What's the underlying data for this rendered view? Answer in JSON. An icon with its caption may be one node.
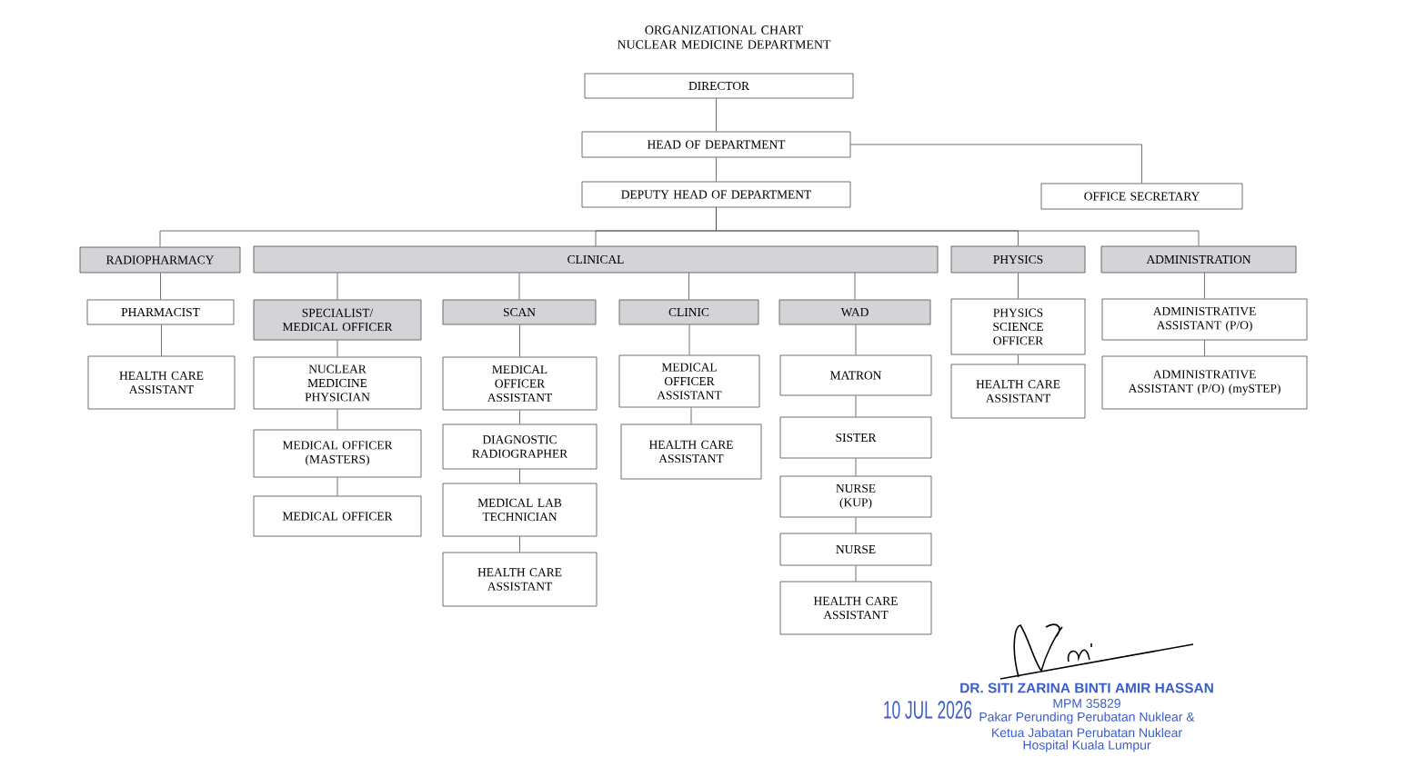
{
  "diagram": {
    "title": "ORGANIZATIONAL CHART NUCLEAR MEDICINE DEPARTMENT",
    "nodes": [
      {
        "text": [
          "DIRECTOR"
        ]
      },
      {
        "text": [
          "HEAD OF DEPARTMENT"
        ]
      },
      {
        "text": [
          "DEPUTY HEAD OF DEPARTMENT"
        ]
      },
      {
        "text": [
          "OFFICE SECRETARY"
        ]
      },
      {
        "text": [
          "RADIOPHARMACY"
        ]
      },
      {
        "text": [
          "CLINICAL"
        ]
      },
      {
        "text": [
          "PHYSICS"
        ]
      },
      {
        "text": [
          "ADMINISTRATION"
        ]
      },
      {
        "text": [
          "PHARMACIST"
        ]
      },
      {
        "text": [
          "HEALTH CARE ASSISTANT"
        ]
      },
      {
        "text": [
          "SPECIALIST/ MEDICAL OFFICER"
        ]
      },
      {
        "text": [
          "NUCLEAR MEDICINE PHYSICIAN"
        ]
      },
      {
        "text": [
          "MEDICAL OFFICER (MASTERS)"
        ]
      },
      {
        "text": [
          "MEDICAL OFFICER"
        ]
      },
      {
        "text": [
          "SCAN"
        ]
      },
      {
        "text": [
          "MEDICAL OFFICER ASSISTANT"
        ]
      },
      {
        "text": [
          "DIAGNOSTIC RADIOGRAPHER"
        ]
      },
      {
        "text": [
          "MEDICAL LAB TECHNICIAN"
        ]
      },
      {
        "text": [
          "HEALTH CARE ASSISTANT"
        ]
      },
      {
        "text": [
          "CLINIC"
        ]
      },
      {
        "text": [
          "MEDICAL OFFICER ASSISTANT"
        ]
      },
      {
        "text": [
          "HEALTH CARE ASSISTANT"
        ]
      },
      {
        "text": [
          "WAD"
        ]
      },
      {
        "text": [
          "MATRON"
        ]
      },
      {
        "text": [
          "SISTER"
        ]
      },
      {
        "text": [
          "NURSE (KUP)"
        ]
      },
      {
        "text": [
          "NURSE"
        ]
      },
      {
        "text": [
          "HEALTH CARE ASSISTANT"
        ]
      },
      {
        "text": [
          "PHYSICS SCIENCE OFFICER"
        ]
      },
      {
        "text": [
          "HEALTH CARE ASSISTANT"
        ]
      },
      {
        "text": [
          "ADMINISTRATIVE ASSISTANT (P/O)"
        ]
      },
      {
        "text": [
          "ADMINISTRATIVE ASSISTANT (P/O) (mySTEP)"
        ]
      }
    ],
    "edges": [
      {
        "from": 0,
        "to": 1,
        "arrow": "none"
      },
      {
        "from": 1,
        "to": 2,
        "arrow": "none"
      },
      {
        "from": 1,
        "to": 3,
        "arrow": "none"
      },
      {
        "from": 2,
        "to": 4,
        "arrow": "none"
      },
      {
        "from": 2,
        "to": 5,
        "arrow": "none"
      },
      {
        "from": 2,
        "to": 6,
        "arrow": "none"
      },
      {
        "from": 2,
        "to": 7,
        "arrow": "none"
      },
      {
        "from": 4,
        "to": 8,
        "arrow": "none"
      },
      {
        "from": 8,
        "to": 9,
        "arrow": "none"
      },
      {
        "from": 5,
        "to": 10,
        "arrow": "none"
      },
      {
        "from": 10,
        "to": 11,
        "arrow": "none"
      },
      {
        "from": 11,
        "to": 12,
        "arrow": "none"
      },
      {
        "from": 12,
        "to": 13,
        "arrow": "none"
      },
      {
        "from": 5,
        "to": 14,
        "arrow": "none"
      },
      {
        "from": 14,
        "to": 15,
        "arrow": "none"
      },
      {
        "from": 15,
        "to": 16,
        "arrow": "none"
      },
      {
        "from": 16,
        "to": 17,
        "arrow": "none"
      },
      {
        "from": 17,
        "to": 18,
        "arrow": "none"
      },
      {
        "from": 5,
        "to": 19,
        "arrow": "none"
      },
      {
        "from": 19,
        "to": 20,
        "arrow": "none"
      },
      {
        "from": 20,
        "to": 21,
        "arrow": "none"
      },
      {
        "from": 5,
        "to": 22,
        "arrow": "none"
      },
      {
        "from": 22,
        "to": 23,
        "arrow": "none"
      },
      {
        "from": 23,
        "to": 24,
        "arrow": "none"
      },
      {
        "from": 24,
        "to": 25,
        "arrow": "none"
      },
      {
        "from": 25,
        "to": 26,
        "arrow": "none"
      },
      {
        "from": 26,
        "to": 27,
        "arrow": "none"
      },
      {
        "from": 6,
        "to": 28,
        "arrow": "none"
      },
      {
        "from": 28,
        "to": 29,
        "arrow": "none"
      },
      {
        "from": 7,
        "to": 30,
        "arrow": "none"
      },
      {
        "from": 30,
        "to": 31,
        "arrow": "none"
      }
    ],
    "labels": [
      "DR. SITI ZARINA BINTI AMIR HASSAN",
      "10 JUL 2026",
      "MPM 35829",
      "Pakar Perunding Perubatan Nuklear &",
      "Ketua Jabatan Perubatan Nuklear",
      "Hospital Kuala Lumpur"
    ]
  }
}
